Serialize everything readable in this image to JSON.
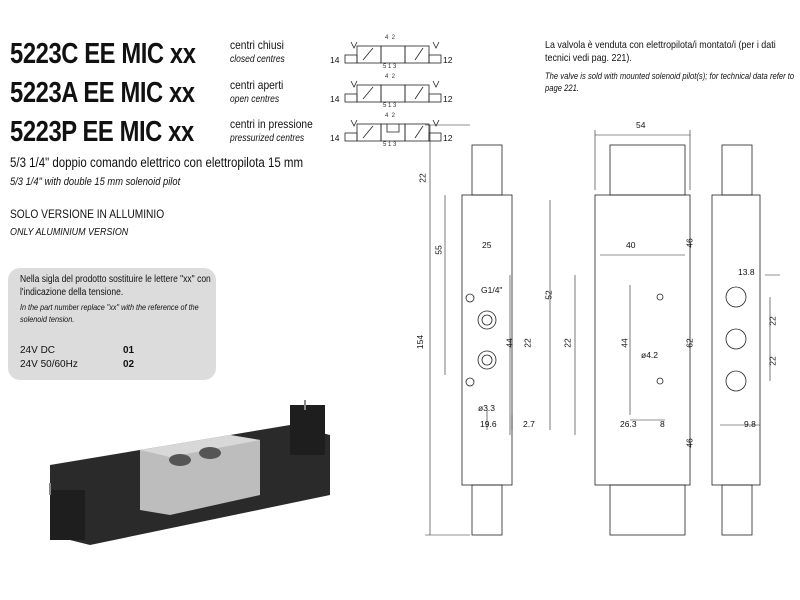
{
  "products": [
    {
      "code": "5223C EE MIC xx",
      "it": "centri chiusi",
      "en": "closed centres"
    },
    {
      "code": "5223A EE MIC xx",
      "it": "centri aperti",
      "en": "open centres"
    },
    {
      "code": "5223P EE MIC xx",
      "it": "centri in pressione",
      "en": "pressurized centres"
    }
  ],
  "symbol": {
    "left": "14",
    "right": "12",
    "top": "4  2",
    "bottom": "5 1 3"
  },
  "description": {
    "it": "5/3 1/4\" doppio comando elettrico con elettropilota 15 mm",
    "en": "5/3 1/4\" with double 15 mm solenoid pilot"
  },
  "version": {
    "it": "SOLO VERSIONE IN ALLUMINIO",
    "en": "ONLY ALUMINIUM VERSION"
  },
  "note": {
    "it": "Nella sigla del prodotto sostituire le lettere \"xx\" con l'indicazione della tensione.",
    "en": "In the part number replace \"xx\" with the reference of the solenoid tension.",
    "rows": [
      {
        "label": "24V DC",
        "value": "01"
      },
      {
        "label": "24V 50/60Hz",
        "value": "02"
      }
    ]
  },
  "sold_note": {
    "it": "La valvola è venduta con elettropilota/i montato/i (per i dati tecnici vedi pag. 221).",
    "en": "The valve is sold with mounted solenoid pilot(s); for technical data refer to page 221."
  },
  "dims": {
    "d22a": "22",
    "d55": "55",
    "d154": "154",
    "d25": "25",
    "g14": "G1/4\"",
    "d22b": "22",
    "d44a": "44",
    "d33": "ø3.3",
    "d196": "19.6",
    "d27": "2.7",
    "d52": "52",
    "d54": "54",
    "d40": "40",
    "d22c": "22",
    "d44b": "44",
    "d42": "ø4.2",
    "d263": "26.3",
    "d8": "8",
    "d62": "62",
    "d46a": "46",
    "d46b": "46",
    "d138": "13.8",
    "d22d": "22",
    "d22e": "22",
    "d98": "9.8"
  }
}
